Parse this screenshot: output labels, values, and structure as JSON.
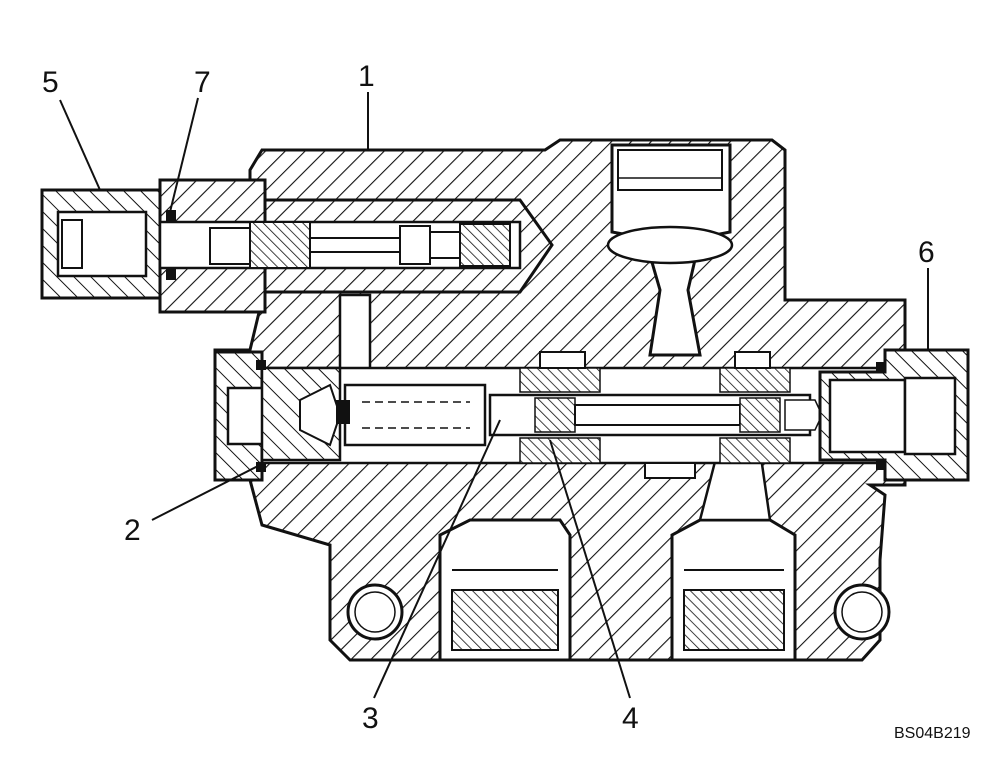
{
  "figure": {
    "code": "BS04B219",
    "callouts": [
      {
        "id": "c1",
        "label": "1"
      },
      {
        "id": "c2",
        "label": "2"
      },
      {
        "id": "c3",
        "label": "3"
      },
      {
        "id": "c4",
        "label": "4"
      },
      {
        "id": "c5",
        "label": "5"
      },
      {
        "id": "c6",
        "label": "6"
      },
      {
        "id": "c7",
        "label": "7"
      }
    ]
  },
  "colors": {
    "ink": "#111111",
    "paper": "#ffffff"
  }
}
